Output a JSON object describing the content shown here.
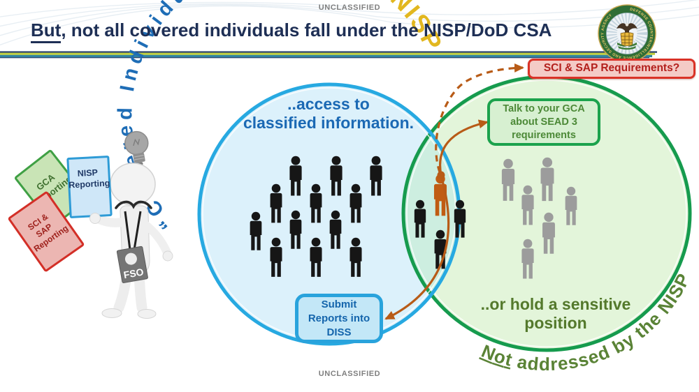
{
  "classification_banner": {
    "top": "UNCLASSIFIED",
    "bottom": "UNCLASSIFIED"
  },
  "title": {
    "emphasis": "But",
    "rest": ", not all covered individuals fall under the NISP/DoD CSA"
  },
  "seal": {
    "ring_text": "DEFENSE COUNTERINTELLIGENCE AND SECURITY AGENCY"
  },
  "question_box": {
    "label": "SCI & SAP Requirements?"
  },
  "venn": {
    "left_circle": {
      "arc_label": "“Covered Individuals” under the ",
      "arc_label_highlight": "NISP",
      "heading": {
        "line1": "..access to",
        "line2": "classified information."
      },
      "people": {
        "black_count": 15,
        "orange_count": 1
      },
      "callout": {
        "line1": "Submit",
        "line2": "Reports into",
        "line3": "DISS"
      }
    },
    "right_circle": {
      "heading": {
        "line1": "..or hold a sensitive",
        "line2": "position"
      },
      "arc_label_emphasis": "Not",
      "arc_label_rest": " addressed by the NISP",
      "people": {
        "gray_count": 6
      },
      "callout": {
        "line1": "Talk to your GCA",
        "line2": "about SEAD 3",
        "line3": "requirements"
      }
    }
  },
  "fso_figure": {
    "badge_label": "FSO",
    "papers": {
      "red": {
        "line1": "SCI &",
        "line2": "SAP",
        "line3": "Reporting"
      },
      "green": {
        "line1": "GCA",
        "line2": "Reporting"
      },
      "blue": {
        "line1": "NISP",
        "line2": "Reporting"
      }
    }
  },
  "colors": {
    "accent_blue": "#29a3dc",
    "accent_green": "#1ba24c",
    "accent_red": "#da3227",
    "accent_orange": "#bf5b14",
    "navy": "#1e2f55",
    "gold": "#e2b71f",
    "blue_fill": "#dcf1fb",
    "green_fill": "#e3f5da",
    "lens_fill": "#cdeee0"
  }
}
